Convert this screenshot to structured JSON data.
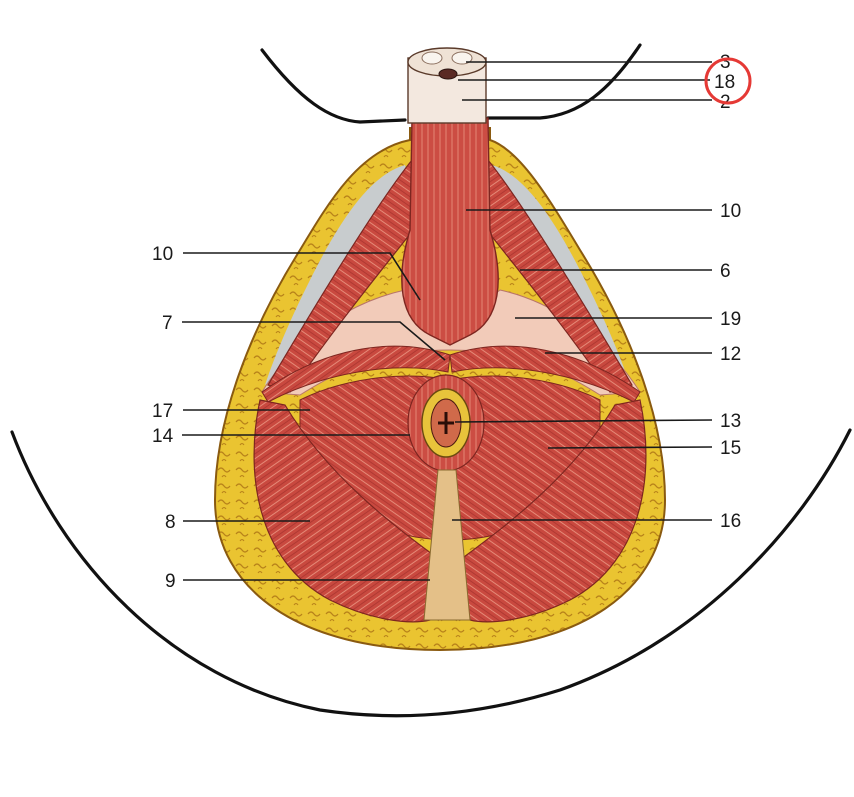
{
  "labels": {
    "n3": "3",
    "n18": "18",
    "n2": "2",
    "n10_right": "10",
    "n6": "6",
    "n19": "19",
    "n12": "12",
    "n13": "13",
    "n15": "15",
    "n16": "16",
    "n10_left": "10",
    "n7": "7",
    "n17": "17",
    "n14": "14",
    "n8": "8",
    "n9": "9"
  },
  "highlight": {
    "label": "18",
    "color": "#e53935"
  },
  "colors": {
    "fat": "#e9c12e",
    "fat_dark": "#c7901b",
    "muscle": "#c8463f",
    "muscle_light": "#e07a6c",
    "fascia": "#f1c7b4",
    "gap": "#c9cdd0",
    "tendon": "#e3bf84"
  }
}
